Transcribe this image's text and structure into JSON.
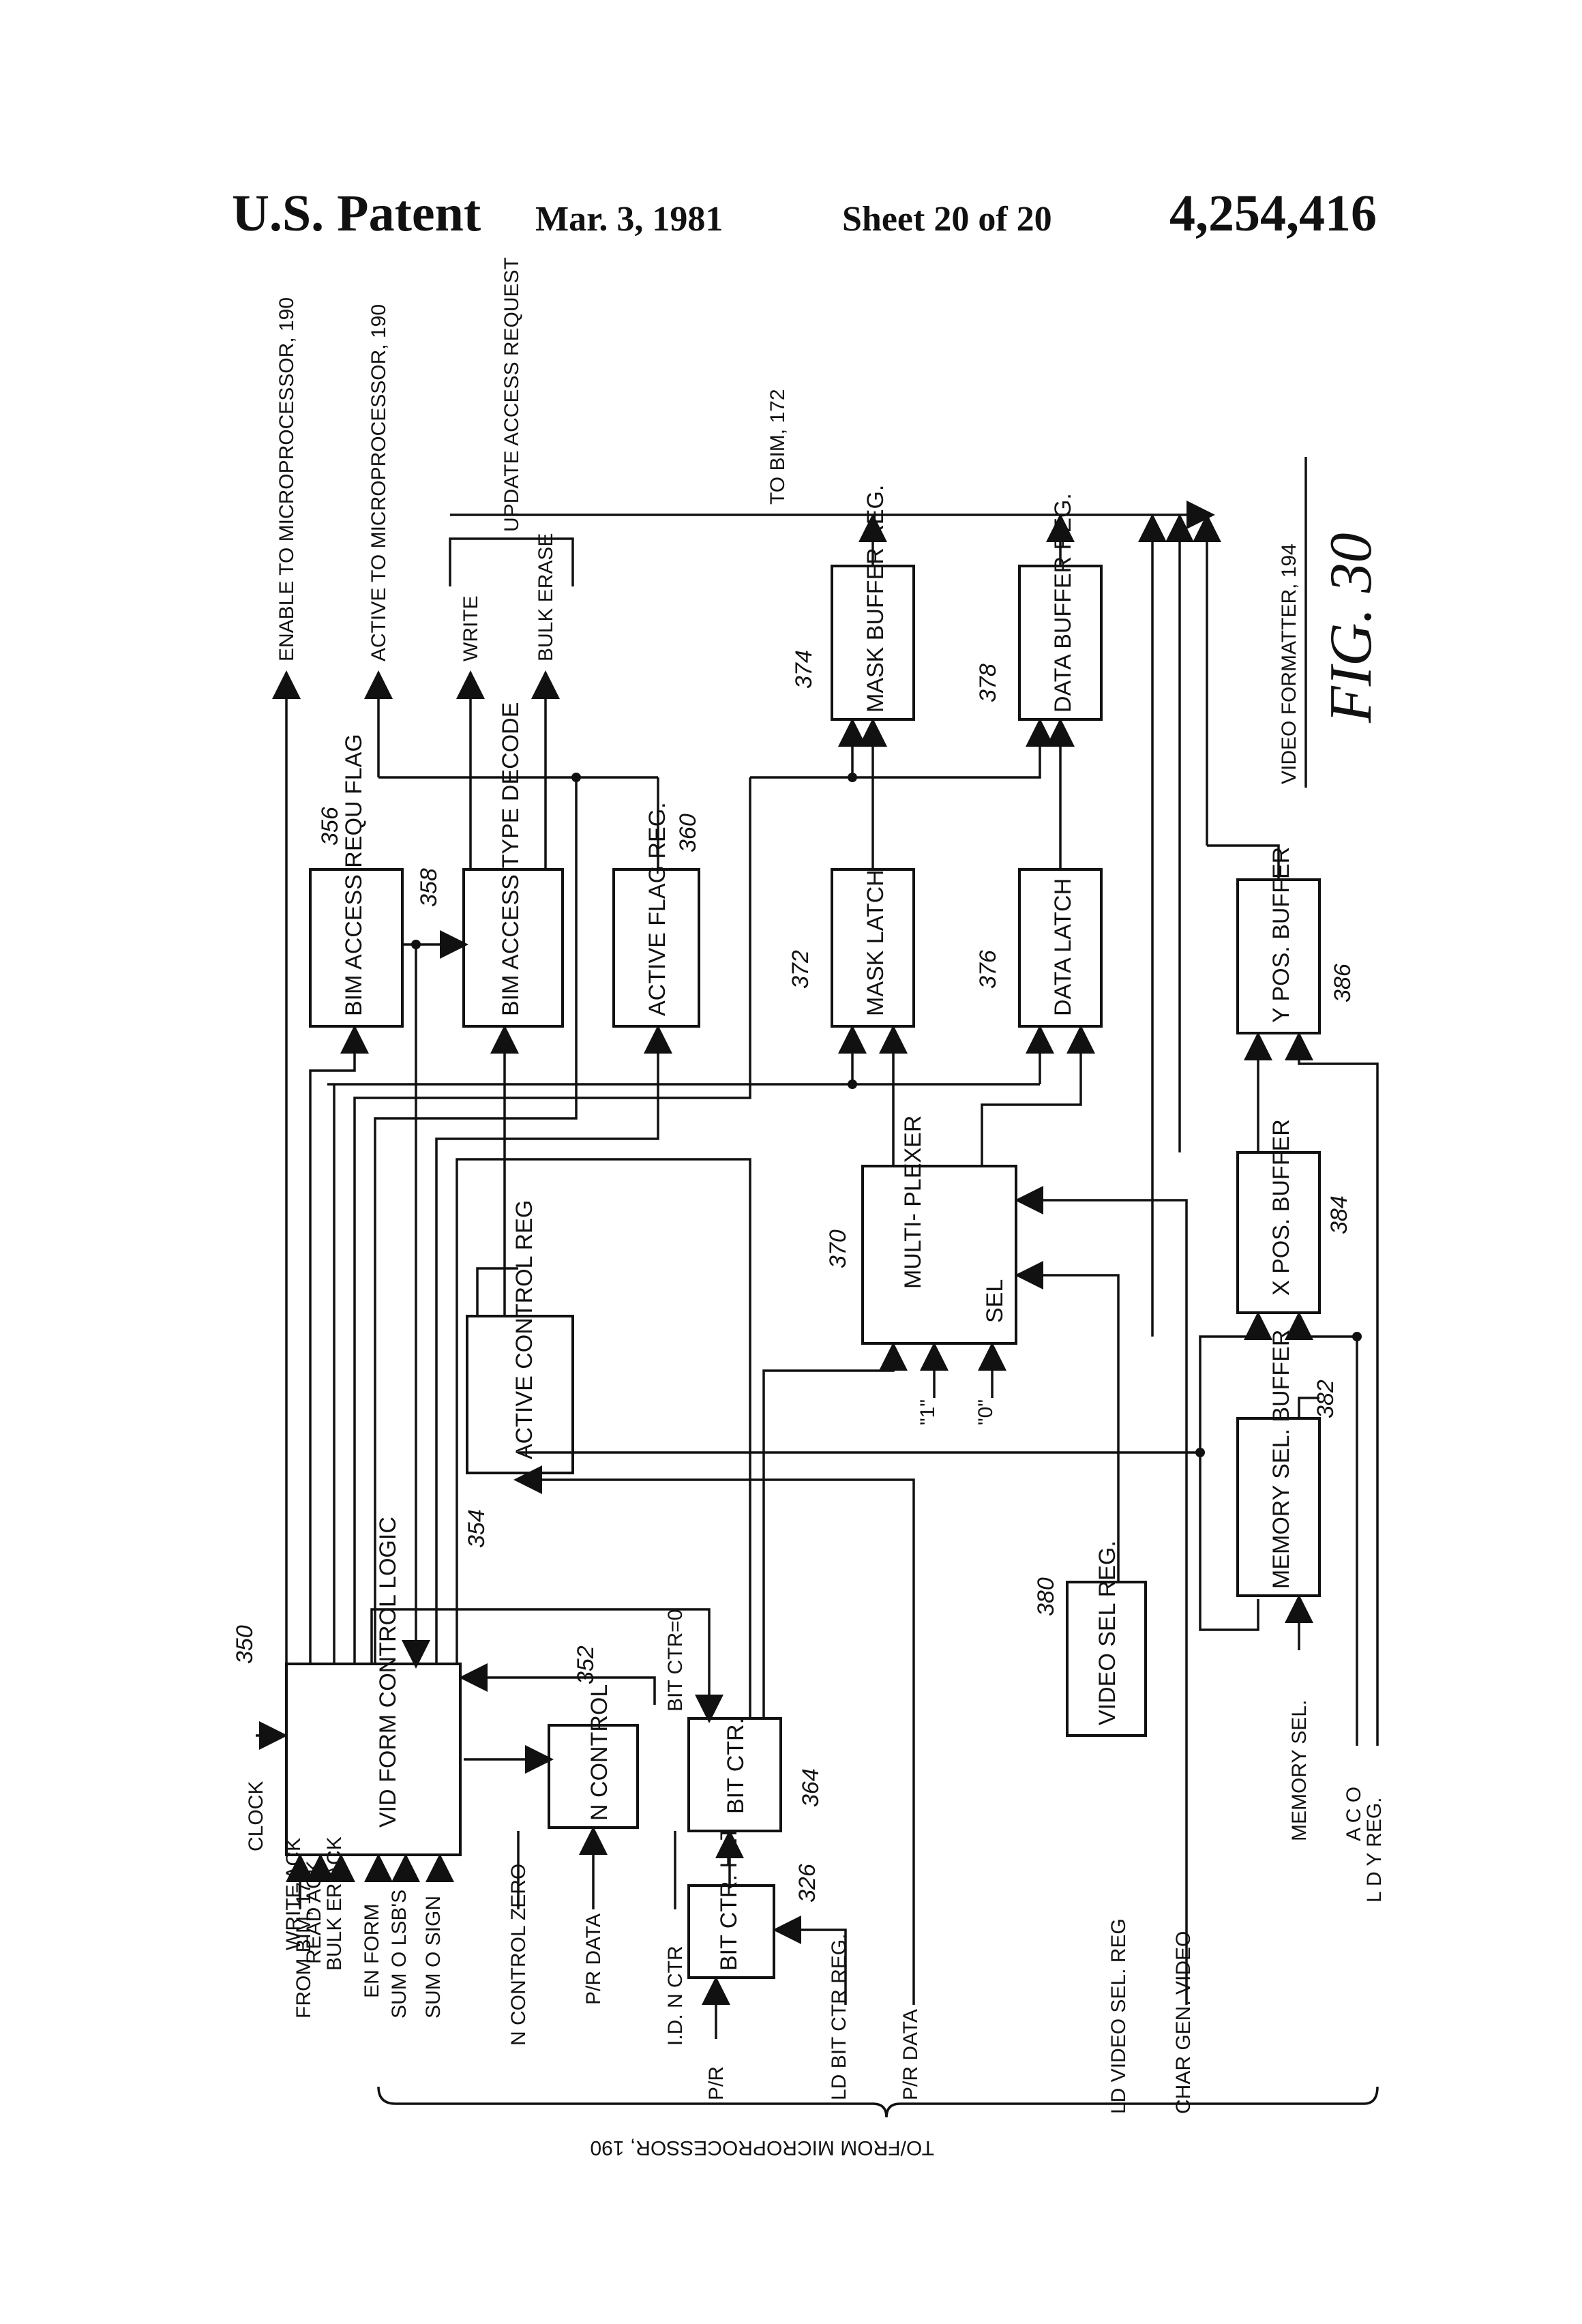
{
  "header": {
    "title": "U.S. Patent",
    "date": "Mar. 3, 1981",
    "sheet": "Sheet 20 of 20",
    "number": "4,254,416"
  },
  "figure": {
    "label": "FIG. 30",
    "caption": "VIDEO FORMATTER, 194",
    "top_outputs": {
      "enable": "ENABLE TO MICROPROCESSOR, 190",
      "active": "ACTIVE TO MICROPROCESSOR, 190",
      "write": "WRITE",
      "bulk_erase": "BULK ERASE",
      "update": "UPDATE ACCESS REQUEST",
      "to_bim": "TO BIM, 172"
    },
    "blocks": {
      "b350": "VID FORM CONTROL LOGIC",
      "b352": "N CONTROL",
      "b354": "ACTIVE CONTROL REG",
      "b356": "BIM ACCESS REQU FLAG",
      "b358": "BIM ACCESS TYPE DECODE",
      "b360": "ACTIVE FLAG REG.",
      "b326": "BIT CTR. HLTG. REG.",
      "b364": "BIT CTR.",
      "b370": "MULTI- PLEXER",
      "b370_sel": "SEL",
      "b372": "MASK LATCH",
      "b374": "MASK BUFFER REG.",
      "b376": "DATA LATCH",
      "b378": "DATA BUFFER REG.",
      "b380": "VIDEO SEL REG.",
      "b382": "MEMORY SEL. BUFFER",
      "b384": "X POS. BUFFER",
      "b386": "Y POS. BUFFER"
    },
    "refs": {
      "r350": "350",
      "r352": "352",
      "r354": "354",
      "r356": "356",
      "r358": "358",
      "r360": "360",
      "r326": "326",
      "r364": "364",
      "r370": "370",
      "r372": "372",
      "r374": "374",
      "r376": "376",
      "r378": "378",
      "r380": "380",
      "r382": "382",
      "r384": "384",
      "r386": "386"
    },
    "inputs": {
      "clock": "CLOCK",
      "from_bim": "FROM BIM, 172",
      "write_ack": "WRITE ACK",
      "read_ack": "READ ACK",
      "bulk_er_ack": "BULK ER ACK",
      "en_form": "EN FORM",
      "sum_lsb": "SUM O LSB'S",
      "sum_sign": "SUM O SIGN",
      "n_control_zero": "N CONTROL ZERO",
      "pr_data": "P/R DATA",
      "ld_n_ctr": "I.D. N CTR",
      "pr": "P/R",
      "ld_bit_ctr": "LD BIT CTR REG.",
      "pr_data2": "P/R DATA",
      "ld_video": "LD VIDEO SEL. REG",
      "char_gen": "CHAR GEN. VIDEO",
      "memory_sel": "MEMORY SEL.",
      "aco": "A C O",
      "ld_y_reg": "L D Y REG.",
      "one": "\"1\"",
      "zero": "\"0\"",
      "bit_ctr_zero": "BIT CTR=0",
      "to_from_micro": "TO/FROM MICROPROCESSOR, 190"
    }
  }
}
